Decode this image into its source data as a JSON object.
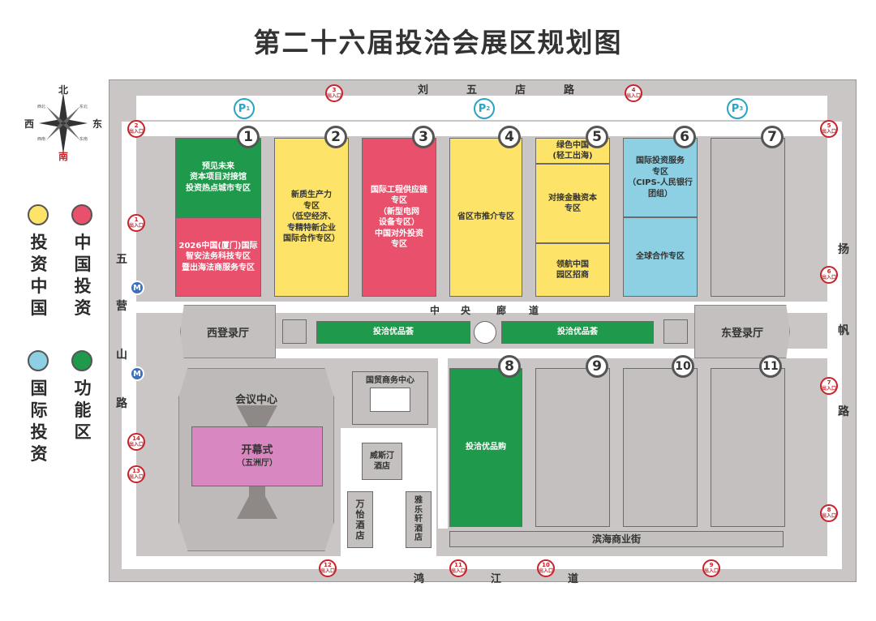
{
  "title": "第二十六届投洽会展区规划图",
  "compass": {
    "north": "北",
    "south": "南",
    "east": "东",
    "west": "西",
    "ne": "东北",
    "nw": "西北",
    "se": "东南",
    "sw": "西南"
  },
  "legend": [
    {
      "label": "投资中国",
      "color": "#fde469"
    },
    {
      "label": "中国投资",
      "color": "#e8506b"
    },
    {
      "label": "国际投资",
      "color": "#8dd0e3"
    },
    {
      "label": "功能区",
      "color": "#1f9a4c"
    }
  ],
  "roads": {
    "north": [
      "刘",
      "五",
      "店",
      "路"
    ],
    "south": [
      "鸿",
      "江",
      "道"
    ],
    "west": [
      "五",
      "营",
      "山",
      "路"
    ],
    "east": [
      "扬",
      "帆",
      "路"
    ],
    "corridor": [
      "中",
      "央",
      "廊",
      "道"
    ]
  },
  "parking": [
    "P",
    "P",
    "P"
  ],
  "parking_subs": [
    "1",
    "2",
    "3"
  ],
  "metro_icon": "M",
  "gate_suffix": "出入口",
  "gates": [
    "1",
    "2",
    "3",
    "4",
    "5",
    "6",
    "7",
    "8",
    "9",
    "10",
    "11",
    "12",
    "13",
    "14"
  ],
  "hall_numbers": [
    "1",
    "2",
    "3",
    "4",
    "5",
    "6",
    "7",
    "8",
    "9",
    "10",
    "11"
  ],
  "zones": {
    "h1a": "预见未来\n资本项目对接馆\n投资热点城市专区",
    "h1b": "2026中国(厦门)国际\n智安法务科技专区\n暨出海法商服务专区",
    "h2": "新质生产力\n专区\n（低空经济、\n专精特新企业\n国际合作专区）",
    "h3": "国际工程供应链\n专区\n（新型电网\n设备专区）\n中国对外投资\n专区",
    "h4": "省区市推介专区",
    "h5a": "绿色中国\n(轻工出海)",
    "h5b": "对接金融资本\n专区",
    "h5c": "领航中国\n园区招商",
    "h6a": "国际投资服务\n专区\n（CIPS-人民银行\n团组）",
    "h6b": "全球合作专区",
    "h8": "投洽优品购",
    "c1": "投洽优品荟",
    "c2": "投洽优品荟"
  },
  "lobbies": {
    "west": "西登录厅",
    "east": "东登录厅"
  },
  "buildings": {
    "conference": "会议中心",
    "opening": "开幕式",
    "opening_sub": "（五洲厅）",
    "trade_center": "国贸商务中心",
    "westin": "威斯汀\n酒店",
    "wanyi": "万\n怡\n酒\n店",
    "yalexuan": "雅\n乐\n轩\n酒\n店",
    "street": "滨海商业街"
  }
}
